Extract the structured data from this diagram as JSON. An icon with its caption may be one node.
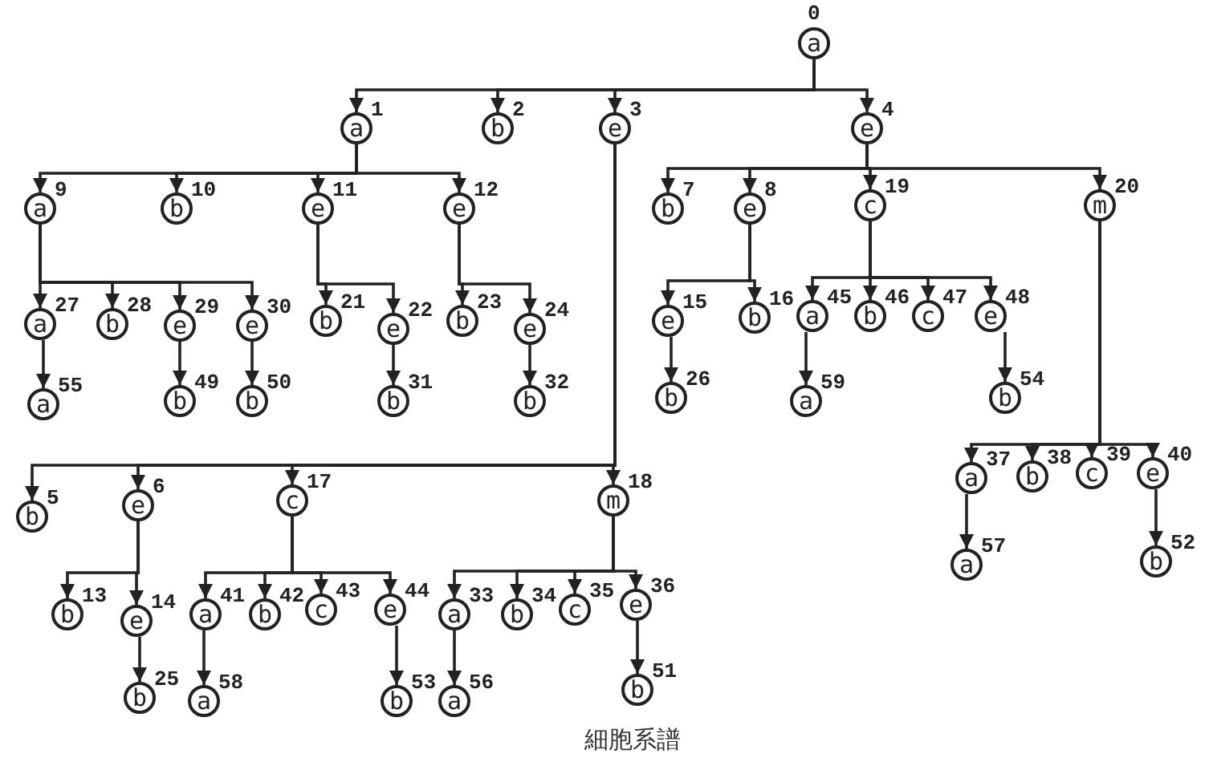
{
  "diagram": {
    "caption": "細胞系譜",
    "nodes": [
      {
        "text": [
          "a"
        ],
        "beside": [
          "0"
        ]
      },
      {
        "text": [
          "a"
        ],
        "beside": [
          "1"
        ]
      },
      {
        "text": [
          "b"
        ],
        "beside": [
          "2"
        ]
      },
      {
        "text": [
          "e"
        ],
        "beside": [
          "3"
        ]
      },
      {
        "text": [
          "e"
        ],
        "beside": [
          "4"
        ]
      },
      {
        "text": [
          "b"
        ],
        "beside": [
          "5"
        ]
      },
      {
        "text": [
          "e"
        ],
        "beside": [
          "6"
        ]
      },
      {
        "text": [
          "b"
        ],
        "beside": [
          "7"
        ]
      },
      {
        "text": [
          "e"
        ],
        "beside": [
          "8"
        ]
      },
      {
        "text": [
          "a"
        ],
        "beside": [
          "9"
        ]
      },
      {
        "text": [
          "b"
        ],
        "beside": [
          "10"
        ]
      },
      {
        "text": [
          "e"
        ],
        "beside": [
          "11"
        ]
      },
      {
        "text": [
          "e"
        ],
        "beside": [
          "12"
        ]
      },
      {
        "text": [
          "b"
        ],
        "beside": [
          "13"
        ]
      },
      {
        "text": [
          "e"
        ],
        "beside": [
          "14"
        ]
      },
      {
        "text": [
          "e"
        ],
        "beside": [
          "15"
        ]
      },
      {
        "text": [
          "b"
        ],
        "beside": [
          "16"
        ]
      },
      {
        "text": [
          "c"
        ],
        "beside": [
          "17"
        ]
      },
      {
        "text": [
          "m"
        ],
        "beside": [
          "18"
        ]
      },
      {
        "text": [
          "c"
        ],
        "beside": [
          "19"
        ]
      },
      {
        "text": [
          "m"
        ],
        "beside": [
          "20"
        ]
      },
      {
        "text": [
          "b"
        ],
        "beside": [
          "21"
        ]
      },
      {
        "text": [
          "e"
        ],
        "beside": [
          "22"
        ]
      },
      {
        "text": [
          "b"
        ],
        "beside": [
          "23"
        ]
      },
      {
        "text": [
          "e"
        ],
        "beside": [
          "24"
        ]
      },
      {
        "text": [
          "b"
        ],
        "beside": [
          "25"
        ]
      },
      {
        "text": [
          "b"
        ],
        "beside": [
          "26"
        ]
      },
      {
        "text": [
          "a"
        ],
        "beside": [
          "27"
        ]
      },
      {
        "text": [
          "b"
        ],
        "beside": [
          "28"
        ]
      },
      {
        "text": [
          "e"
        ],
        "beside": [
          "29"
        ]
      },
      {
        "text": [
          "e"
        ],
        "beside": [
          "30"
        ]
      },
      {
        "text": [
          "b"
        ],
        "beside": [
          "31"
        ]
      },
      {
        "text": [
          "b"
        ],
        "beside": [
          "32"
        ]
      },
      {
        "text": [
          "a"
        ],
        "beside": [
          "33"
        ]
      },
      {
        "text": [
          "b"
        ],
        "beside": [
          "34"
        ]
      },
      {
        "text": [
          "c"
        ],
        "beside": [
          "35"
        ]
      },
      {
        "text": [
          "e"
        ],
        "beside": [
          "36"
        ]
      },
      {
        "text": [
          "a"
        ],
        "beside": [
          "37"
        ]
      },
      {
        "text": [
          "b"
        ],
        "beside": [
          "38"
        ]
      },
      {
        "text": [
          "c"
        ],
        "beside": [
          "39"
        ]
      },
      {
        "text": [
          "e"
        ],
        "beside": [
          "40"
        ]
      },
      {
        "text": [
          "a"
        ],
        "beside": [
          "41"
        ]
      },
      {
        "text": [
          "b"
        ],
        "beside": [
          "42"
        ]
      },
      {
        "text": [
          "c"
        ],
        "beside": [
          "43"
        ]
      },
      {
        "text": [
          "e"
        ],
        "beside": [
          "44"
        ]
      },
      {
        "text": [
          "a"
        ],
        "beside": [
          "45"
        ]
      },
      {
        "text": [
          "b"
        ],
        "beside": [
          "46"
        ]
      },
      {
        "text": [
          "c"
        ],
        "beside": [
          "47"
        ]
      },
      {
        "text": [
          "e"
        ],
        "beside": [
          "48"
        ]
      },
      {
        "text": [
          "b"
        ],
        "beside": [
          "49"
        ]
      },
      {
        "text": [
          "b"
        ],
        "beside": [
          "50"
        ]
      },
      {
        "text": [
          "b"
        ],
        "beside": [
          "51"
        ]
      },
      {
        "text": [
          "b"
        ],
        "beside": [
          "52"
        ]
      },
      {
        "text": [
          "b"
        ],
        "beside": [
          "53"
        ]
      },
      {
        "text": [
          "b"
        ],
        "beside": [
          "54"
        ]
      },
      {
        "text": [
          "a"
        ],
        "beside": [
          "55"
        ]
      },
      {
        "text": [
          "a"
        ],
        "beside": [
          "56"
        ]
      },
      {
        "text": [
          "a"
        ],
        "beside": [
          "57"
        ]
      },
      {
        "text": [
          "a"
        ],
        "beside": [
          "58"
        ]
      },
      {
        "text": [
          "a"
        ],
        "beside": [
          "59"
        ]
      }
    ],
    "edges": [
      {
        "from": 0,
        "to": 1,
        "arrow": "to"
      },
      {
        "from": 0,
        "to": 2,
        "arrow": "to"
      },
      {
        "from": 0,
        "to": 3,
        "arrow": "to"
      },
      {
        "from": 0,
        "to": 4,
        "arrow": "to"
      },
      {
        "from": 1,
        "to": 9,
        "arrow": "to"
      },
      {
        "from": 1,
        "to": 10,
        "arrow": "to"
      },
      {
        "from": 1,
        "to": 11,
        "arrow": "to"
      },
      {
        "from": 1,
        "to": 12,
        "arrow": "to"
      },
      {
        "from": 4,
        "to": 7,
        "arrow": "to"
      },
      {
        "from": 4,
        "to": 8,
        "arrow": "to"
      },
      {
        "from": 4,
        "to": 19,
        "arrow": "to"
      },
      {
        "from": 4,
        "to": 20,
        "arrow": "to"
      },
      {
        "from": 3,
        "to": 5,
        "arrow": "to"
      },
      {
        "from": 3,
        "to": 6,
        "arrow": "to"
      },
      {
        "from": 3,
        "to": 17,
        "arrow": "to"
      },
      {
        "from": 3,
        "to": 18,
        "arrow": "to"
      },
      {
        "from": 9,
        "to": 27,
        "arrow": "to"
      },
      {
        "from": 9,
        "to": 28,
        "arrow": "to"
      },
      {
        "from": 9,
        "to": 29,
        "arrow": "to"
      },
      {
        "from": 9,
        "to": 30,
        "arrow": "to"
      },
      {
        "from": 11,
        "to": 21,
        "arrow": "to"
      },
      {
        "from": 11,
        "to": 22,
        "arrow": "to"
      },
      {
        "from": 12,
        "to": 23,
        "arrow": "to"
      },
      {
        "from": 12,
        "to": 24,
        "arrow": "to"
      },
      {
        "from": 8,
        "to": 15,
        "arrow": "to"
      },
      {
        "from": 8,
        "to": 16,
        "arrow": "to"
      },
      {
        "from": 19,
        "to": 45,
        "arrow": "to"
      },
      {
        "from": 19,
        "to": 46,
        "arrow": "to"
      },
      {
        "from": 19,
        "to": 47,
        "arrow": "to"
      },
      {
        "from": 19,
        "to": 48,
        "arrow": "to"
      },
      {
        "from": 20,
        "to": 37,
        "arrow": "to"
      },
      {
        "from": 20,
        "to": 38,
        "arrow": "to"
      },
      {
        "from": 20,
        "to": 39,
        "arrow": "to"
      },
      {
        "from": 20,
        "to": 40,
        "arrow": "to"
      },
      {
        "from": 6,
        "to": 13,
        "arrow": "to"
      },
      {
        "from": 6,
        "to": 14,
        "arrow": "to"
      },
      {
        "from": 17,
        "to": 41,
        "arrow": "to"
      },
      {
        "from": 17,
        "to": 42,
        "arrow": "to"
      },
      {
        "from": 17,
        "to": 43,
        "arrow": "to"
      },
      {
        "from": 17,
        "to": 44,
        "arrow": "to"
      },
      {
        "from": 18,
        "to": 33,
        "arrow": "to"
      },
      {
        "from": 18,
        "to": 34,
        "arrow": "to"
      },
      {
        "from": 18,
        "to": 35,
        "arrow": "to"
      },
      {
        "from": 18,
        "to": 36,
        "arrow": "to"
      },
      {
        "from": 27,
        "to": 55,
        "arrow": "to"
      },
      {
        "from": 29,
        "to": 49,
        "arrow": "to"
      },
      {
        "from": 30,
        "to": 50,
        "arrow": "to"
      },
      {
        "from": 22,
        "to": 31,
        "arrow": "to"
      },
      {
        "from": 24,
        "to": 32,
        "arrow": "to"
      },
      {
        "from": 15,
        "to": 26,
        "arrow": "to"
      },
      {
        "from": 45,
        "to": 59,
        "arrow": "to"
      },
      {
        "from": 48,
        "to": 54,
        "arrow": "to"
      },
      {
        "from": 14,
        "to": 25,
        "arrow": "to"
      },
      {
        "from": 41,
        "to": 58,
        "arrow": "to"
      },
      {
        "from": 44,
        "to": 53,
        "arrow": "to"
      },
      {
        "from": 33,
        "to": 56,
        "arrow": "to"
      },
      {
        "from": 36,
        "to": 51,
        "arrow": "to"
      },
      {
        "from": 37,
        "to": 57,
        "arrow": "to"
      },
      {
        "from": 40,
        "to": 52,
        "arrow": "to"
      }
    ]
  }
}
